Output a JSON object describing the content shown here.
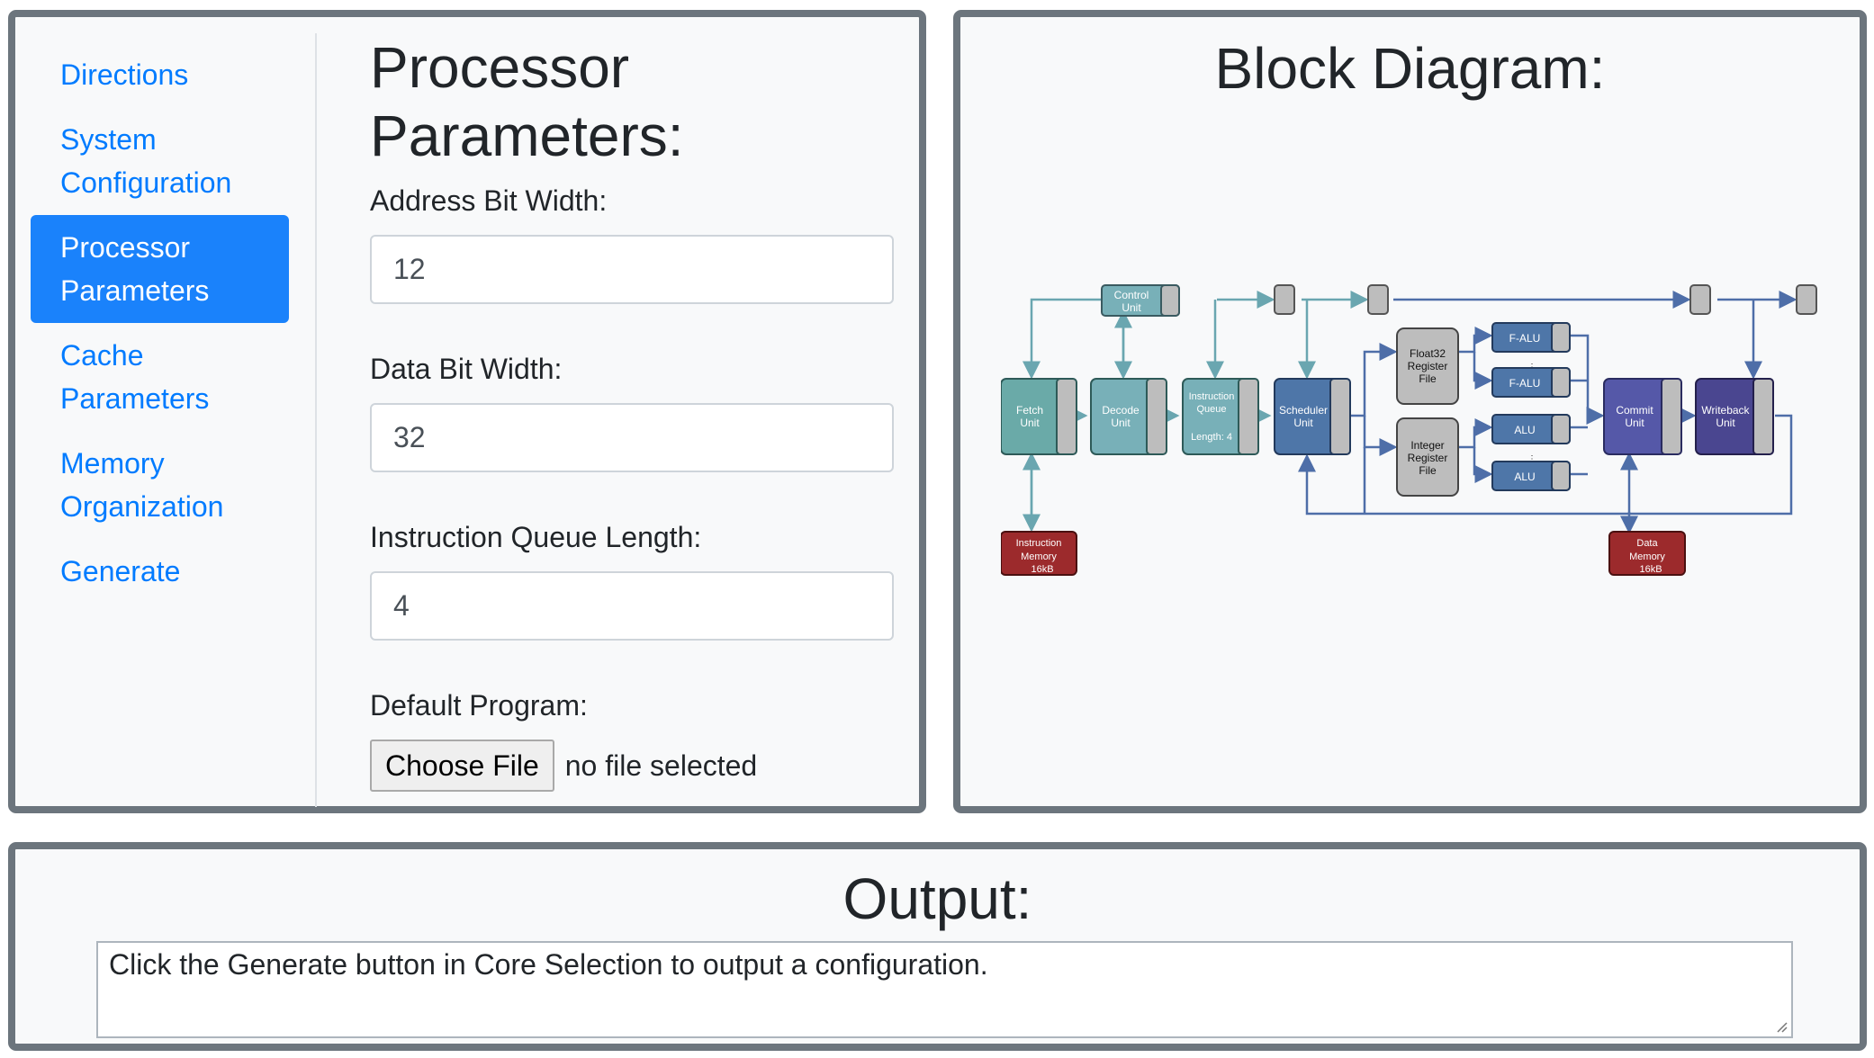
{
  "nav": {
    "items": [
      {
        "label_line1": "Directions",
        "label_line2": ""
      },
      {
        "label_line1": "System",
        "label_line2": "Configuration"
      },
      {
        "label_line1": "Processor",
        "label_line2": "Parameters",
        "active": true
      },
      {
        "label_line1": "Cache",
        "label_line2": "Parameters"
      },
      {
        "label_line1": "Memory",
        "label_line2": "Organization"
      },
      {
        "label_line1": "Generate",
        "label_line2": ""
      }
    ]
  },
  "form": {
    "title_line1": "Processor",
    "title_line2": "Parameters:",
    "fields": [
      {
        "label": "Address Bit Width:",
        "value": "12"
      },
      {
        "label": "Data Bit Width:",
        "value": "32"
      },
      {
        "label": "Instruction Queue Length:",
        "value": "4"
      }
    ],
    "program": {
      "label": "Default Program:",
      "button_label": "Choose File",
      "status": "no file selected"
    }
  },
  "diagram": {
    "title": "Block Diagram:",
    "blocks": {
      "control": [
        "Control",
        "Unit"
      ],
      "fetch": [
        "Fetch",
        "Unit"
      ],
      "decode": [
        "Decode",
        "Unit"
      ],
      "queue": [
        "Instruction",
        "Queue",
        "Length: 4"
      ],
      "scheduler": [
        "Scheduler",
        "Unit"
      ],
      "float_rf": [
        "Float32",
        "Register",
        "File"
      ],
      "int_rf": [
        "Integer",
        "Register",
        "File"
      ],
      "falu1": "F-ALU",
      "falu2": "F-ALU",
      "alu1": "ALU",
      "alu2": "ALU",
      "commit": [
        "Commit",
        "Unit"
      ],
      "writeback": [
        "Writeback",
        "Unit"
      ],
      "imem": [
        "Instruction",
        "Memory",
        "16kB"
      ],
      "dmem": [
        "Data",
        "Memory",
        "16kB"
      ]
    },
    "colors": {
      "teal": "#6aaaa8",
      "teal_light": "#78b0b8",
      "blue": "#4e76a8",
      "commit": "#5558a8",
      "writeback": "#4a4690",
      "memory": "#9c2a2c",
      "register_file": "#bdbdbd"
    }
  },
  "output": {
    "title": "Output:",
    "text": "Click the Generate button in Core Selection to output a configuration."
  }
}
